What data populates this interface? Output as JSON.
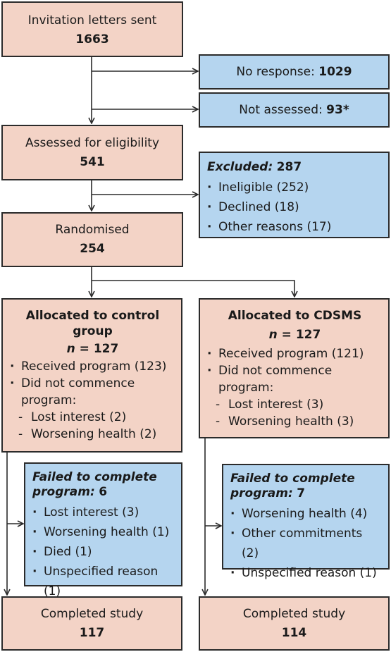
{
  "invitation": {
    "label": "Invitation letters sent",
    "value": "1663"
  },
  "no_response": {
    "label": "No response: ",
    "value": "1029"
  },
  "not_assessed": {
    "label": "Not assessed: ",
    "value": "93*"
  },
  "assessed": {
    "label": "Assessed for eligibility",
    "value": "541"
  },
  "excluded": {
    "label": "Excluded:",
    "value": "287",
    "items": [
      "Ineligible (252)",
      "Declined (18)",
      "Other reasons (17)"
    ]
  },
  "randomised": {
    "label": "Randomised",
    "value": "254"
  },
  "control": {
    "title": "Allocated to control group",
    "n_label": "n",
    "n_value": " = 127",
    "received": "Received program (123)",
    "not_commence": "Did not commence program:",
    "sub_items": [
      "Lost interest (2)",
      "Worsening health (2)"
    ]
  },
  "cdsms": {
    "title": "Allocated to CDSMS",
    "n_label": "n",
    "n_value": " = 127",
    "received": "Received program (121)",
    "not_commence": "Did not commence program:",
    "sub_items": [
      "Lost interest (3)",
      "Worsening health (3)"
    ]
  },
  "control_failed": {
    "label": "Failed to complete program:",
    "value": "6",
    "items": [
      "Lost interest (3)",
      "Worsening health (1)",
      "Died (1)",
      "Unspecified reason (1)"
    ]
  },
  "cdsms_failed": {
    "label": "Failed to complete program:",
    "value": "7",
    "items": [
      "Worsening health (4)",
      "Other commitments (2)",
      "Unspecified reason (1)"
    ]
  },
  "control_completed": {
    "label": "Completed study",
    "value": "117"
  },
  "cdsms_completed": {
    "label": "Completed study",
    "value": "114"
  },
  "colors": {
    "pink": "#f3d3c6",
    "blue": "#b5d5ef",
    "line": "#2b2b2b"
  }
}
